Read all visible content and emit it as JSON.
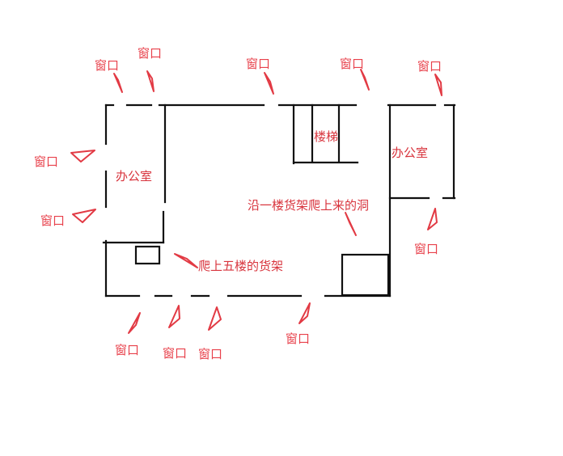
{
  "colors": {
    "label": "#e8414b",
    "arrow": "#e23a44",
    "wall": "#111111",
    "background": "#ffffff"
  },
  "labels": {
    "window": "窗口",
    "office": "办公室",
    "stairs": "楼梯",
    "hole": "沿一楼货架爬上来的洞",
    "shelf": "爬上五楼的货架"
  }
}
